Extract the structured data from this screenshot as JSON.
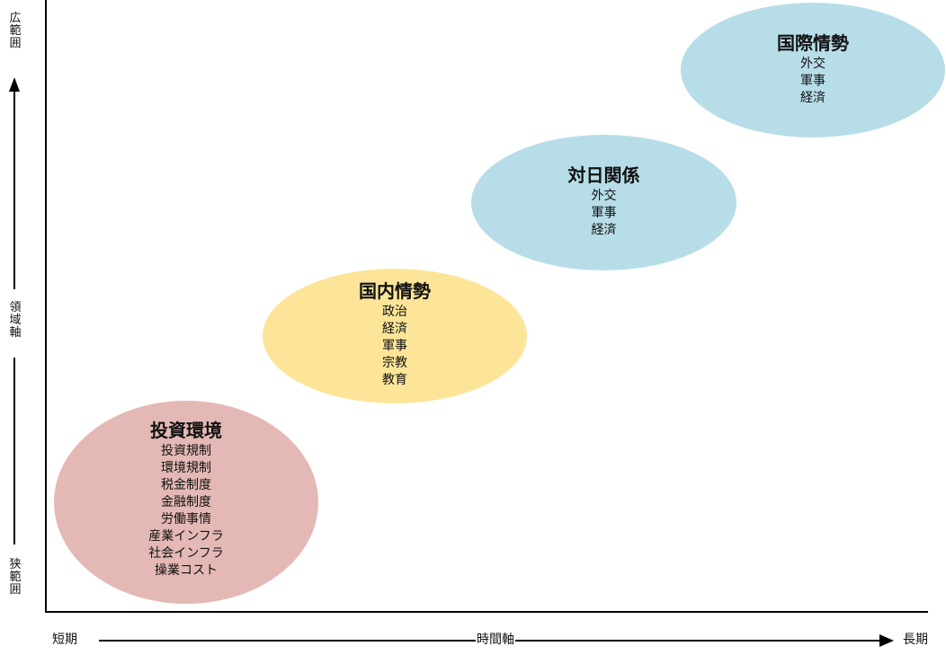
{
  "axes": {
    "vertical": {
      "top_label": "広範囲",
      "middle_label": "領域軸",
      "bottom_label": "狭範囲"
    },
    "horizontal": {
      "left_label": "短期",
      "middle_label": "時間軸",
      "right_label": "長期"
    }
  },
  "ellipses": {
    "investment": {
      "title": "投資環境",
      "items": [
        "投資規制",
        "環境規制",
        "税金制度",
        "金融制度",
        "労働事情",
        "産業インフラ",
        "社会インフラ",
        "操業コスト"
      ],
      "color": "#e4b8b4"
    },
    "domestic": {
      "title": "国内情勢",
      "items": [
        "政治",
        "経済",
        "軍事",
        "宗教",
        "教育"
      ],
      "color": "#fce599"
    },
    "relations": {
      "title": "対日関係",
      "items": [
        "外交",
        "軍事",
        "経済"
      ],
      "color": "#b7dde8"
    },
    "international": {
      "title": "国際情勢",
      "items": [
        "外交",
        "軍事",
        "経済"
      ],
      "color": "#b7dde8"
    }
  }
}
